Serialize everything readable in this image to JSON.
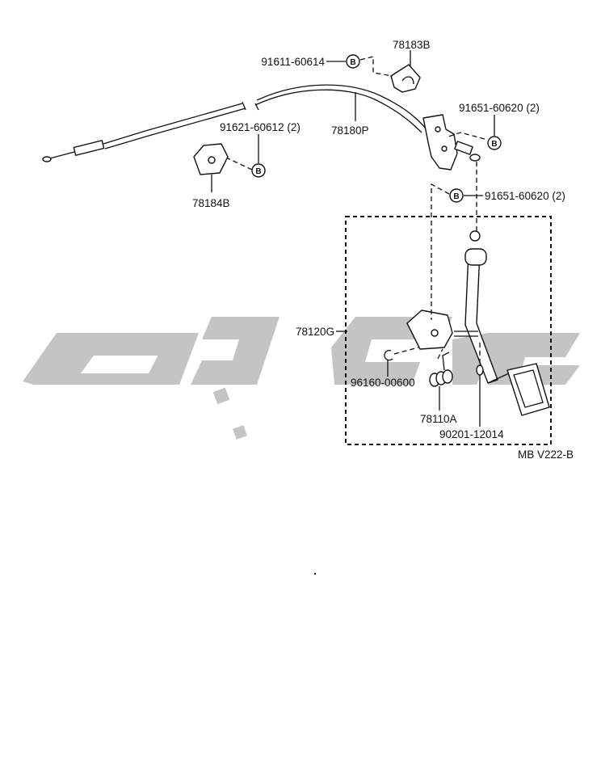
{
  "colors": {
    "ink": "#111111",
    "watermark": "#c4c4c4",
    "background": "#ffffff"
  },
  "labels": {
    "p_91611": "91611-60614",
    "p_78183B": "78183B",
    "p_91651_a": "91651-60620 (2)",
    "p_91621": "91621-60612 (2)",
    "p_78180P": "78180P",
    "p_78184B": "78184B",
    "p_91651_b": "91651-60620 (2)",
    "p_78120G": "78120G",
    "p_96160": "96160-00600",
    "p_78110A": "78110A",
    "p_90201": "90201-12014",
    "drawing_code": "MB V222-B"
  },
  "callout_code": "B"
}
